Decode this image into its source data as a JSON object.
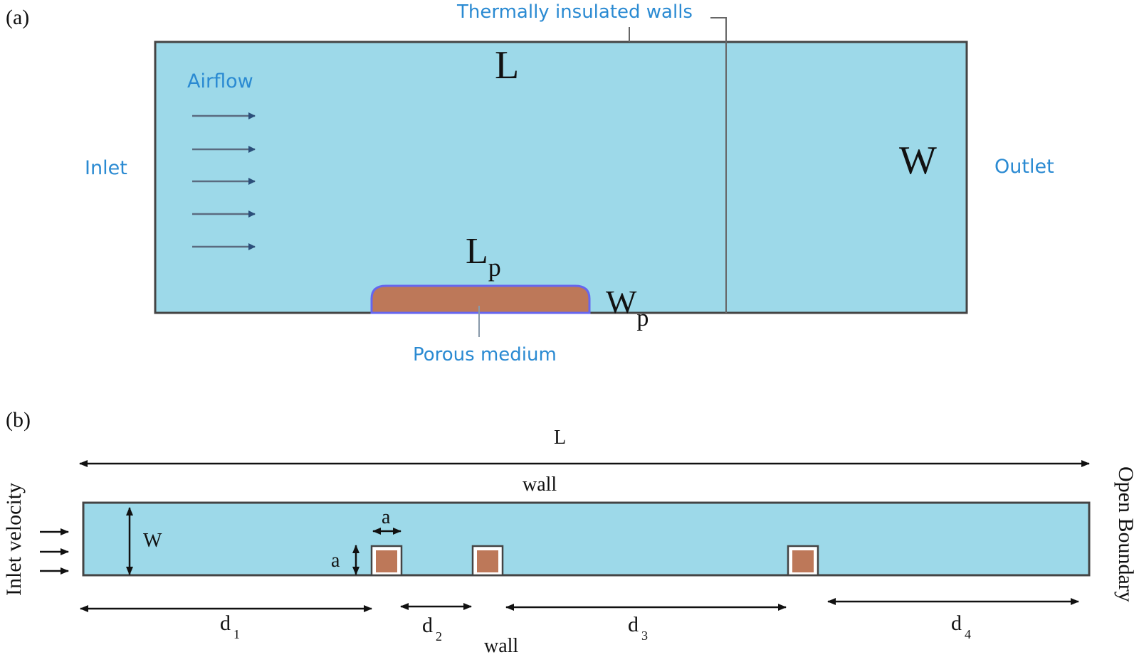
{
  "panel_a": {
    "panel_label": "(a)",
    "callout_walls": "Thermally insulated walls",
    "label_length": "L",
    "label_airflow": "Airflow",
    "label_inlet": "Inlet",
    "label_outlet": "Outlet",
    "label_width": "W",
    "label_porous_length": "L",
    "label_porous_length_sub": "p",
    "label_porous_width": "W",
    "label_porous_width_sub": "p",
    "callout_porous": "Porous medium"
  },
  "panel_b": {
    "panel_label": "(b)",
    "label_length": "L",
    "label_top_wall": "wall",
    "label_bottom_wall": "wall",
    "label_inlet_velocity": "Inlet velocity",
    "label_open_boundary": "Open Boundary",
    "label_width": "W",
    "label_block_width": "a",
    "label_block_height": "a",
    "d1": "d",
    "d1_sub": "1",
    "d2": "d",
    "d2_sub": "2",
    "d3": "d",
    "d3_sub": "3",
    "d4": "d",
    "d4_sub": "4"
  },
  "colors": {
    "fluid": "#9dd9e9",
    "porous": "#bd7859",
    "outline": "#444444",
    "porous_border": "#6666ee",
    "label_blue": "#2a8ad2",
    "arrow": "#2c4f7a"
  }
}
